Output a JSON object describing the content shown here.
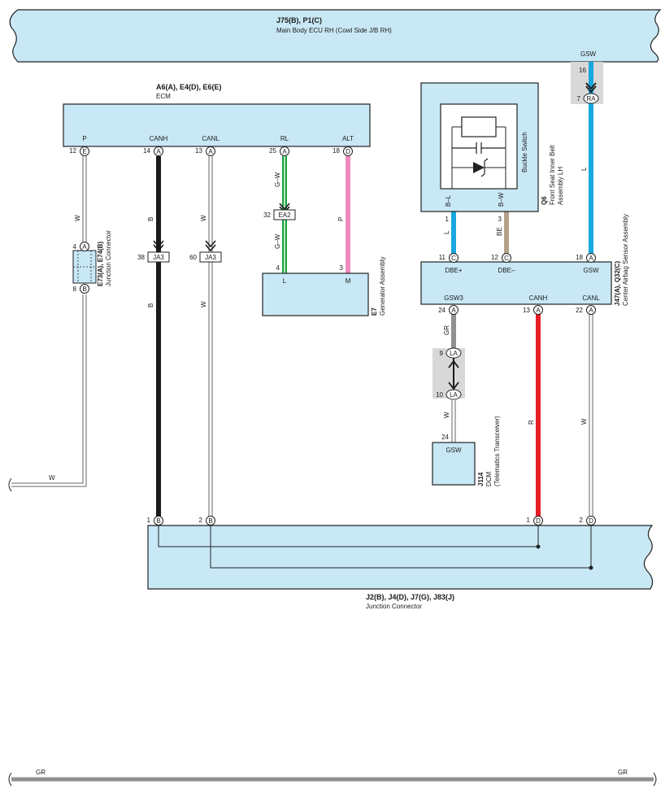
{
  "colors": {
    "component_fill": "#c8e8f6",
    "wire_black": "#1a1a1a",
    "wire_white": "#ffffff",
    "wire_green": "#1aa33c",
    "wire_pink": "#ef8ac0",
    "wire_blue": "#18a8e0",
    "wire_beige": "#b5a089",
    "wire_gray": "#909090",
    "wire_red": "#e61e26",
    "shade": "#d8d8d8"
  },
  "components": {
    "main_body_ecu": {
      "id": "J75(B), P1(C)",
      "name": "Main Body ECU RH (Cowl Side J/B RH)"
    },
    "ecm": {
      "id": "A6(A), E4(D), E6(E)",
      "name": "ECM"
    },
    "junction_left": {
      "id": "E73(A), E74(B)",
      "name": "Junction Connector"
    },
    "generator": {
      "id": "E7",
      "name": "Generator Assembly"
    },
    "seat_belt": {
      "id": "Q6",
      "name_line1": "Front Seat Inner Belt",
      "name_line2": "Assembly LH",
      "switch": "Buckle Switch"
    },
    "airbag": {
      "id": "J47(A), Q32(C)",
      "name": "Center Airbag Sensor Assembly"
    },
    "dcm": {
      "id": "J114",
      "name": "DCM",
      "name2": "(Telematics Transceiver)"
    },
    "junction_bottom": {
      "id": "J2(B), J4(D), J7(G), J83(J)",
      "name": "Junction Connector"
    }
  },
  "ecm_pins": [
    {
      "label": "P",
      "num": "12",
      "conn": "E"
    },
    {
      "label": "CANH",
      "num": "14",
      "conn": "A"
    },
    {
      "label": "CANL",
      "num": "13",
      "conn": "A"
    },
    {
      "label": "RL",
      "num": "25",
      "conn": "A"
    },
    {
      "label": "ALT",
      "num": "18",
      "conn": "D"
    }
  ],
  "junction_left_pins": [
    {
      "num": "4",
      "conn": "A"
    },
    {
      "num": "8",
      "conn": "B"
    }
  ],
  "generator_pins": [
    {
      "label": "L",
      "num": "4"
    },
    {
      "label": "M",
      "num": "3"
    }
  ],
  "seat_pins": [
    {
      "label": "B–L",
      "num": "1"
    },
    {
      "label": "B–W",
      "num": "3"
    }
  ],
  "airbag_pins_top": [
    {
      "label": "DBE+",
      "num": "11",
      "conn": "C"
    },
    {
      "label": "DBE–",
      "num": "12",
      "conn": "C"
    },
    {
      "label": "GSW",
      "num": "18",
      "conn": "A"
    }
  ],
  "airbag_pins_bottom": [
    {
      "label": "GSW3",
      "num": "24",
      "conn": "A"
    },
    {
      "label": "CANH",
      "num": "13",
      "conn": "A"
    },
    {
      "label": "CANL",
      "num": "22",
      "conn": "A"
    }
  ],
  "junction_bottom_pins": [
    {
      "num": "1",
      "conn": "B"
    },
    {
      "num": "2",
      "conn": "B"
    },
    {
      "num": "1",
      "conn": "D"
    },
    {
      "num": "2",
      "conn": "D"
    }
  ],
  "inline_connectors": {
    "ja3_canh": {
      "num": "38",
      "id": "JA3"
    },
    "ja3_canl": {
      "num": "60",
      "id": "JA3"
    },
    "ea2": {
      "num": "32",
      "id": "EA2"
    },
    "ra": {
      "num_top": "16",
      "num": "7",
      "id": "RA"
    },
    "la_top": {
      "num": "9",
      "id": "LA"
    },
    "la_bottom": {
      "num": "10",
      "id": "LA"
    },
    "dcm_pin": {
      "num": "24",
      "label": "GSW"
    }
  },
  "wire_labels": {
    "p_w": "W",
    "p_w_horiz": "W",
    "canh_b1": "B",
    "canh_b2": "B",
    "canl_w1": "W",
    "canl_w2": "W",
    "rl_gw1": "G–W",
    "rl_gw2": "G–W",
    "alt_p": "P",
    "seat_l": "L",
    "seat_be": "BE",
    "gsw_top": "GSW",
    "gsw_l": "L",
    "gsw3_gr": "GR",
    "dcm_w": "W",
    "canh_r": "R",
    "canl_w": "W",
    "bottom_gr_left": "GR",
    "bottom_gr_right": "GR"
  }
}
